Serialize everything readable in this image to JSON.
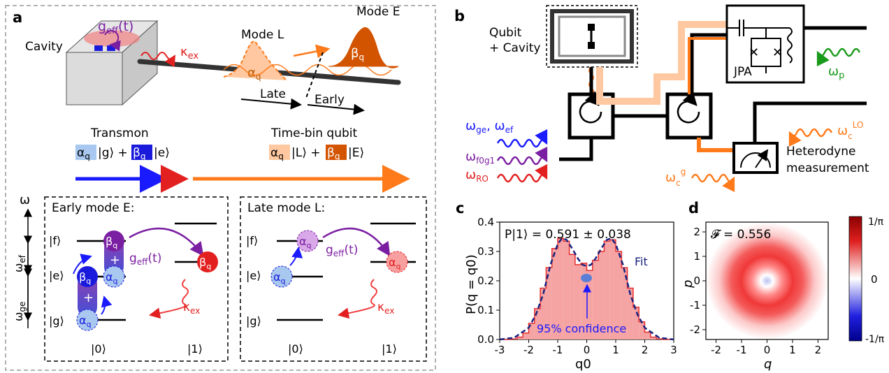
{
  "panels": {
    "a": "a",
    "b": "b",
    "c": "c",
    "d": "d"
  },
  "panel_a": {
    "cavity_label": "Cavity",
    "g_eff": "g",
    "g_eff_sub": "eff",
    "g_eff_arg": "(t)",
    "kappa": "κ",
    "kappa_sub": "ex",
    "mode_L": "Mode L",
    "mode_E": "Mode E",
    "alpha": "α",
    "beta": "β",
    "q_sub": "q",
    "late": "Late",
    "early": "Early",
    "transmon_title": "Transmon",
    "transmon_state_g": "|g⟩ +",
    "transmon_state_e": "|e⟩",
    "timebin_title": "Time-bin qubit",
    "timebin_state_L": "|L⟩ +",
    "timebin_state_E": "|E⟩",
    "omega": "ω",
    "omega_ef": "ω",
    "omega_ef_sub": "ef",
    "omega_ge": "ω",
    "omega_ge_sub": "ge",
    "early_box_title": "Early mode E:",
    "late_box_title": "Late mode L:",
    "ket_f": "|f⟩",
    "ket_e": "|e⟩",
    "ket_g": "|g⟩",
    "ket_0": "|0⟩",
    "ket_1": "|1⟩",
    "plus": "+"
  },
  "panel_b": {
    "qubit_cavity_1": "Qubit",
    "qubit_cavity_2": "+ Cavity",
    "jpa": "JPA",
    "omega_p": "ω",
    "omega_p_sub": "p",
    "omega_ge": "ω",
    "omega_ge_sub": "ge",
    "omega_ef": ", ω",
    "omega_ef_sub": "ef",
    "omega_f0g1": "ω",
    "omega_f0g1_sub": "f0g1",
    "omega_ro": "ω",
    "omega_ro_sub": "RO",
    "omega_c_lo": "ω",
    "omega_c_lo_sub": "c",
    "omega_c_lo_sup": "LO",
    "omega_c_g": "ω",
    "omega_c_g_sub": "c",
    "omega_c_g_sup": "g",
    "heterodyne_1": "Heterodyne",
    "heterodyne_2": "measurement"
  },
  "panel_c": {
    "annotation": "P|1⟩ = 0.591 ± 0.038",
    "fit_label": "Fit",
    "confidence_label": "95% confidence",
    "xlabel": "q0",
    "ylabel": "P(q = q0)"
  },
  "panel_d": {
    "annotation": "𝓕 = 0.556",
    "xlabel": "q",
    "ylabel": "p",
    "cb_top": "1/π",
    "cb_mid": "0",
    "cb_bot": "-1/π"
  },
  "chart_data": [
    {
      "type": "bar",
      "panel": "c",
      "x": [
        -2.9,
        -2.7,
        -2.5,
        -2.3,
        -2.1,
        -1.9,
        -1.7,
        -1.5,
        -1.3,
        -1.1,
        -0.9,
        -0.7,
        -0.5,
        -0.3,
        -0.1,
        0.1,
        0.3,
        0.5,
        0.7,
        0.9,
        1.1,
        1.3,
        1.5,
        1.7,
        1.9,
        2.1,
        2.3,
        2.5,
        2.7,
        2.9
      ],
      "values": [
        0.0,
        0.0,
        0.002,
        0.008,
        0.022,
        0.055,
        0.105,
        0.175,
        0.245,
        0.31,
        0.345,
        0.335,
        0.29,
        0.255,
        0.26,
        0.235,
        0.27,
        0.3,
        0.335,
        0.34,
        0.3,
        0.245,
        0.175,
        0.11,
        0.06,
        0.025,
        0.008,
        0.002,
        0.0,
        0.0
      ],
      "fit_x": [
        -3,
        -2.5,
        -2,
        -1.75,
        -1.5,
        -1.25,
        -1,
        -0.85,
        -0.7,
        -0.5,
        -0.3,
        -0.15,
        0,
        0.15,
        0.3,
        0.5,
        0.7,
        0.85,
        1,
        1.25,
        1.5,
        1.75,
        2,
        2.5,
        3
      ],
      "fit_y": [
        0.0,
        0.006,
        0.04,
        0.085,
        0.155,
        0.255,
        0.325,
        0.345,
        0.34,
        0.31,
        0.275,
        0.255,
        0.25,
        0.255,
        0.275,
        0.31,
        0.34,
        0.345,
        0.325,
        0.255,
        0.155,
        0.085,
        0.04,
        0.006,
        0.0
      ],
      "xlim": [
        -3,
        3
      ],
      "ylim": [
        0,
        0.4
      ],
      "xticks": [
        "-3",
        "-2",
        "-1",
        "0",
        "1",
        "2",
        "3"
      ],
      "yticks": [
        "0.0",
        "0.1",
        "0.2",
        "0.3",
        "0.4"
      ],
      "colors": {
        "bar": "#f5a3a3",
        "bar_edge": "#e83030",
        "fit": "#1a237e",
        "dot": "#5b7fd6"
      }
    },
    {
      "type": "heatmap",
      "panel": "d",
      "xlim": [
        -2.4,
        2.4
      ],
      "ylim": [
        -2.4,
        2.4
      ],
      "xticks": [
        "-2",
        "-1",
        "0",
        "1",
        "2"
      ],
      "yticks": [
        "2",
        "1",
        "0",
        "-1",
        "-2"
      ],
      "colorbar": [
        "1/π",
        "0",
        "-1/π"
      ],
      "colors": {
        "positive": "#d62728",
        "negative": "#1f1fc0",
        "zero": "#ffffff"
      }
    }
  ]
}
